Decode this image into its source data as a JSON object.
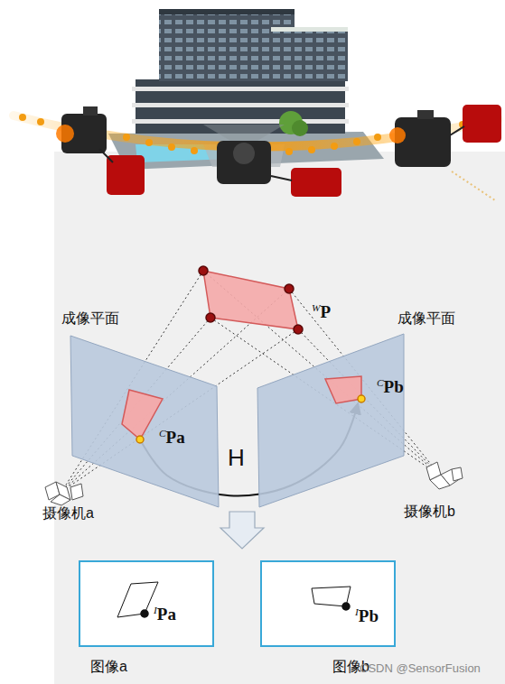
{
  "diagram": {
    "nodes": [
      {
        "text": [
          "WP"
        ]
      },
      {
        "text": [
          "成像平面",
          "CPa"
        ]
      },
      {
        "text": [
          "成像平面",
          "CPb"
        ]
      },
      {
        "text": [
          "IPa",
          "图像a"
        ]
      },
      {
        "text": [
          "IPb",
          "图像b"
        ]
      }
    ],
    "edges": [
      {
        "from": 1,
        "to": 2,
        "arrow": "to",
        "label": "H"
      }
    ],
    "labels": [
      "摄像机a",
      "摄像机b",
      "CSDN @SensorFusion"
    ]
  }
}
